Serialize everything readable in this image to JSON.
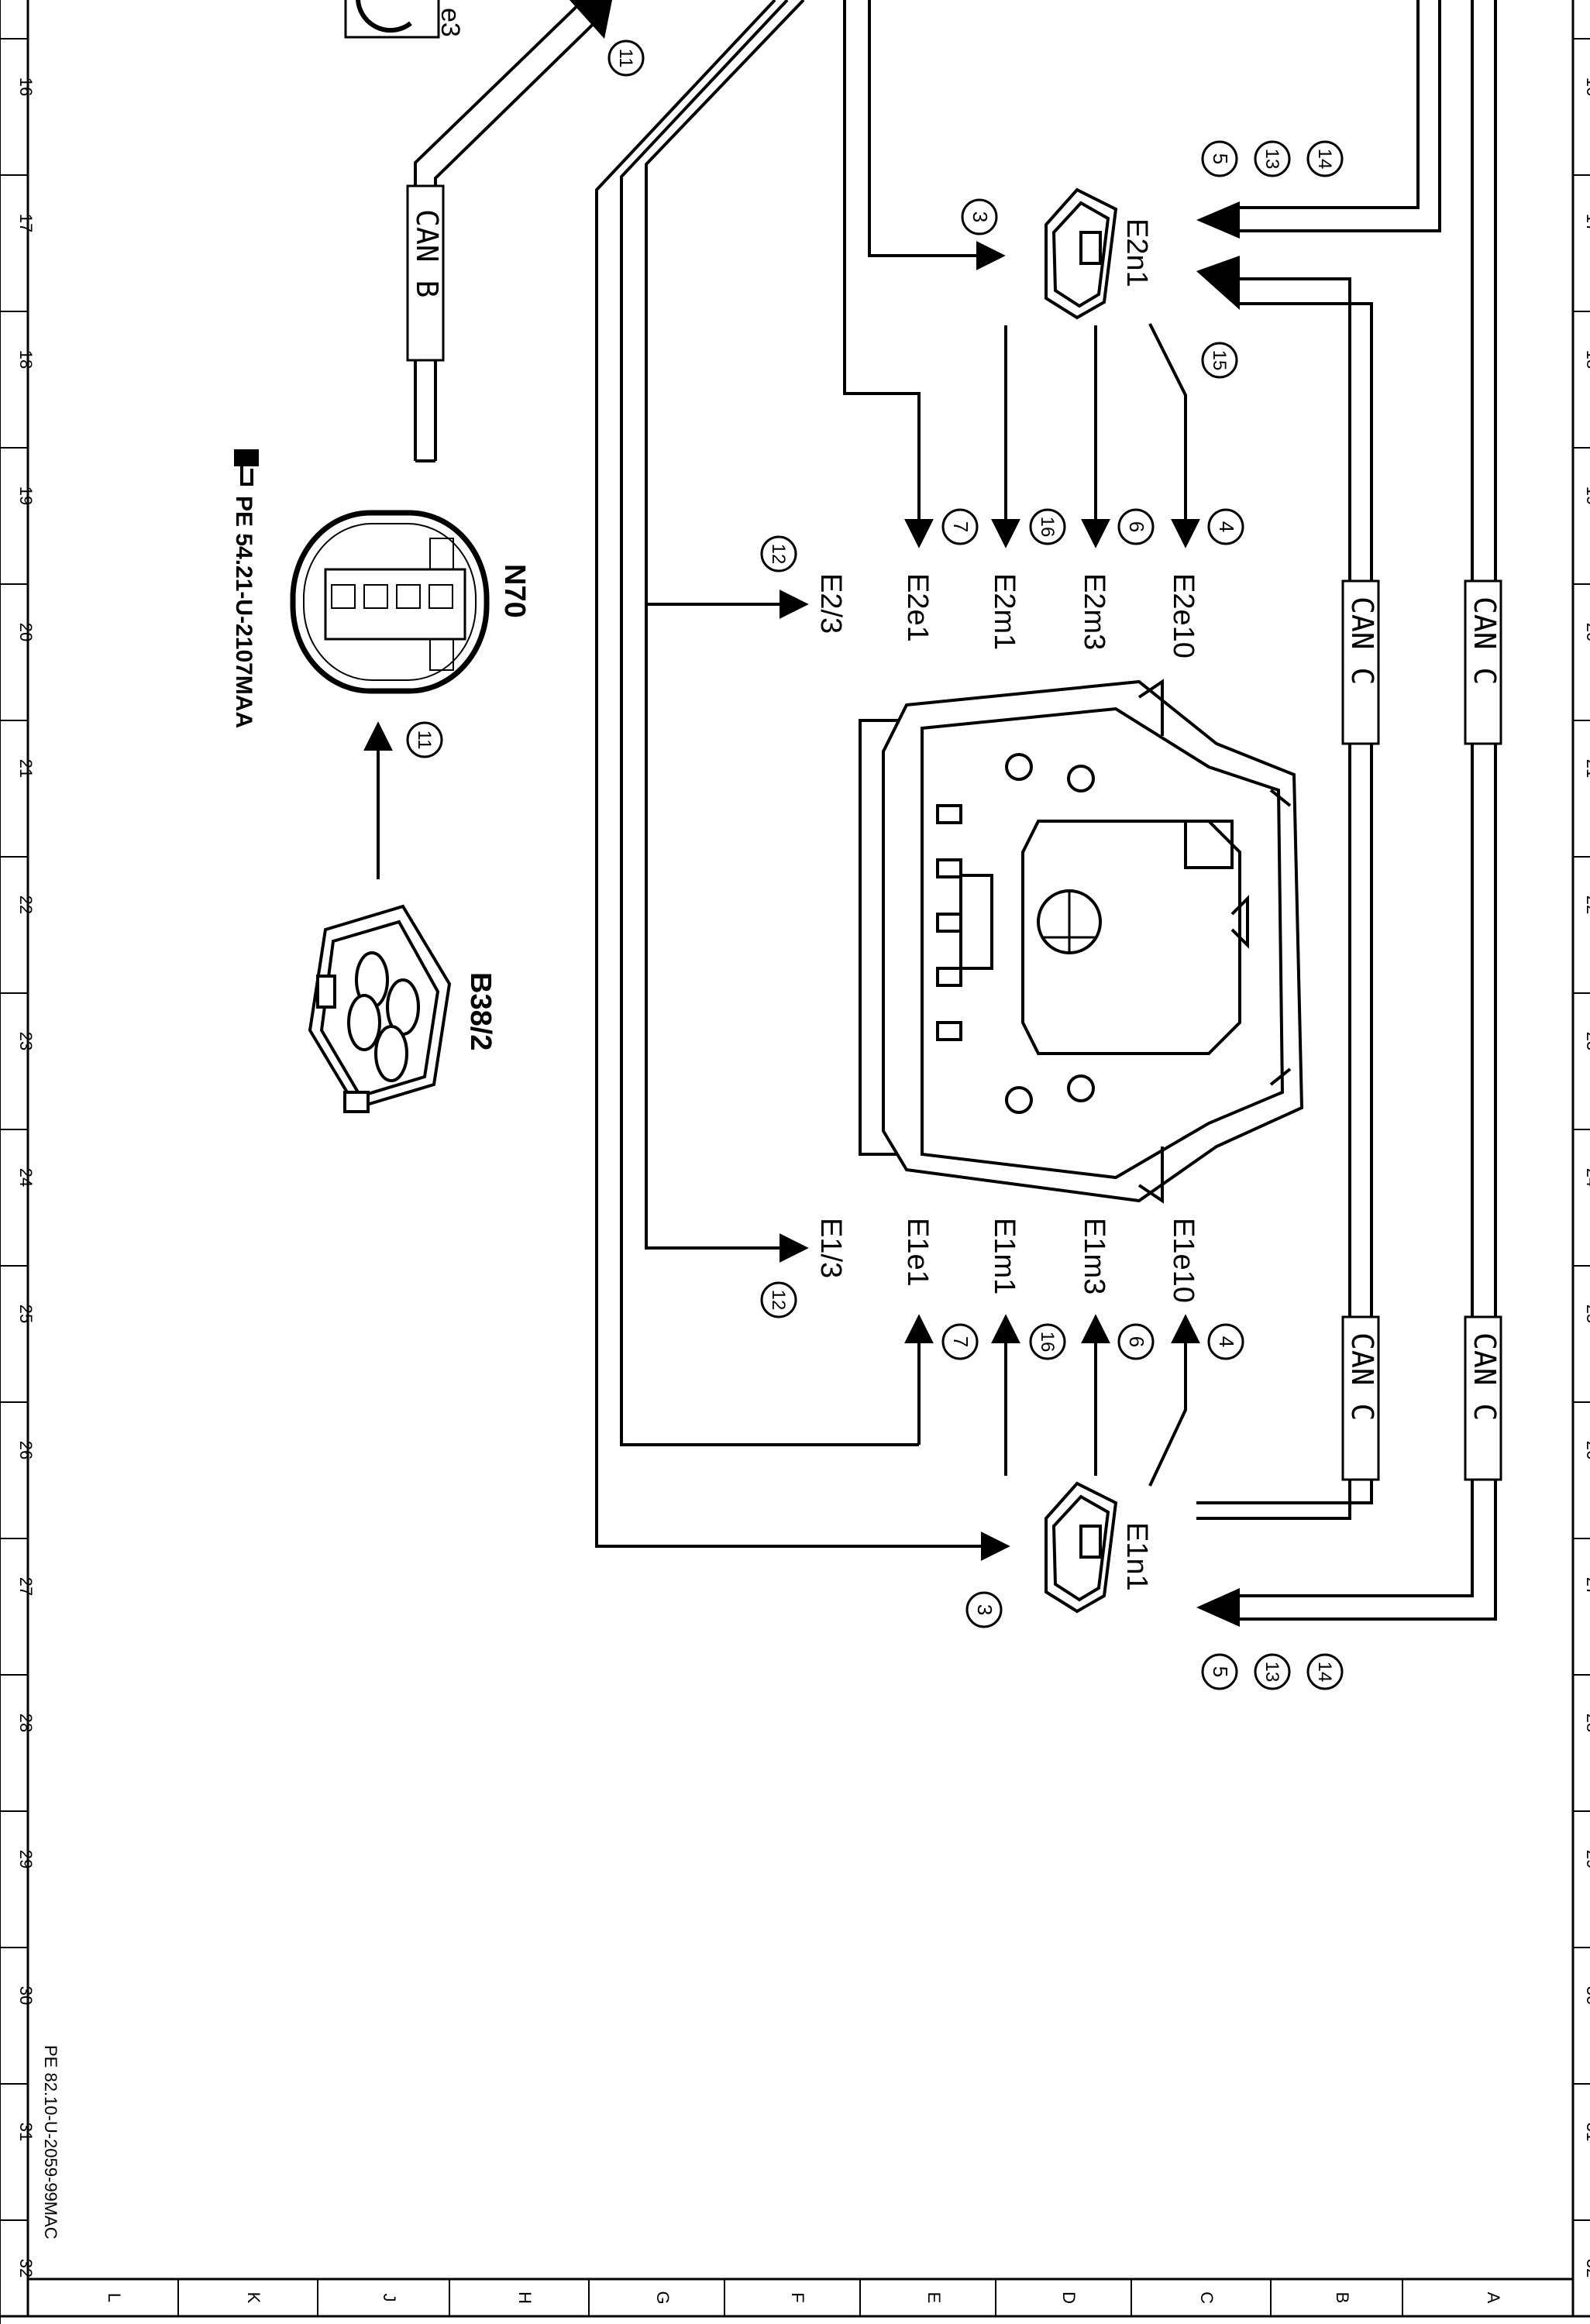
{
  "ruler": {
    "rows": [
      "16",
      "17",
      "18",
      "19",
      "20",
      "21",
      "22",
      "23",
      "24",
      "25",
      "26",
      "27",
      "28",
      "29",
      "30",
      "31",
      "32"
    ],
    "cols": [
      "L",
      "K",
      "J",
      "H",
      "G",
      "F",
      "E",
      "D",
      "C",
      "B",
      "A"
    ]
  },
  "document_code": "PE 82.10-U-2059-99MAC",
  "reference": "PE 54.21-U-2107MAA",
  "components": {
    "n70": "N70",
    "b38_2": "B38/2",
    "e2n1": "E2n1",
    "e1n1": "E1n1",
    "e2e10": "E2e10",
    "e2m3": "E2m3",
    "e2m1": "E2m1",
    "e2e1": "E2e1",
    "e2_3": "E2/3",
    "e1e10": "E1e10",
    "e1m3": "E1m3",
    "e1m1": "E1m1",
    "e1e1": "E1e1",
    "e1_3": "E1/3",
    "e3_partial": "e3"
  },
  "bus_labels": {
    "can_b": "CAN B",
    "can_c": "CAN C"
  },
  "callouts": {
    "c3": "3",
    "c4": "4",
    "c5": "5",
    "c6": "6",
    "c7": "7",
    "c11": "11",
    "c12": "12",
    "c13": "13",
    "c14": "14",
    "c15": "15",
    "c16": "16"
  }
}
